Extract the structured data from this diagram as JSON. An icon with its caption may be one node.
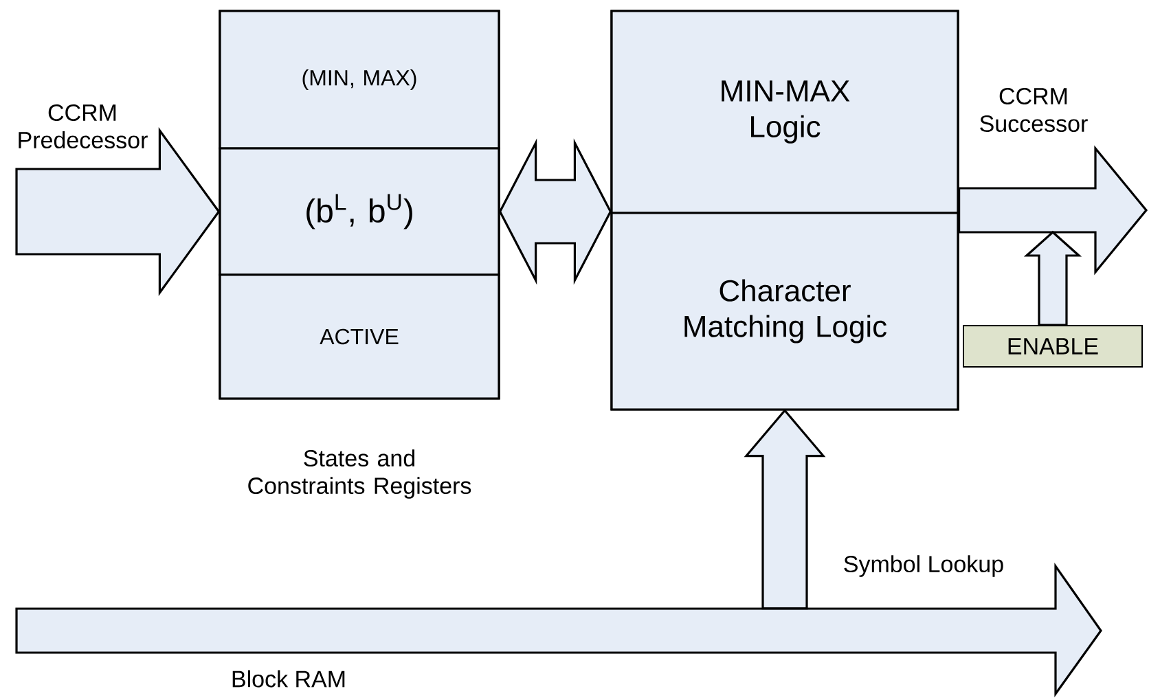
{
  "diagram": {
    "nodes": [
      {
        "text": [
          "States and Constraints Registers"
        ]
      },
      {
        "text": [
          "(MIN, MAX)"
        ],
        "in": 0
      },
      {
        "text": [
          "(b$^{L}$, b$^{U}$)"
        ],
        "in": 0
      },
      {
        "text": [
          "ACTIVE"
        ],
        "in": 0
      },
      {
        "text": [],
        "shape": "box"
      },
      {
        "text": [
          "MIN-MAX Logic"
        ],
        "in": 4
      },
      {
        "text": [
          "Character Matching Logic"
        ],
        "in": 4
      },
      {
        "text": [
          "ENABLE"
        ]
      },
      {
        "text": [
          "Block RAM"
        ]
      }
    ],
    "edges": [
      {
        "from": null,
        "to": 2,
        "arrow": "to",
        "label": "CCRM Predecessor"
      },
      {
        "from": 2,
        "to": 5,
        "arrow": "both"
      },
      {
        "from": 4,
        "to": null,
        "arrow": "to",
        "label": "CCRM Successor"
      },
      {
        "from": 7,
        "to": null,
        "arrow": "to"
      },
      {
        "from": 8,
        "to": 6,
        "arrow": "to",
        "label": "Symbol Lookup"
      }
    ]
  }
}
